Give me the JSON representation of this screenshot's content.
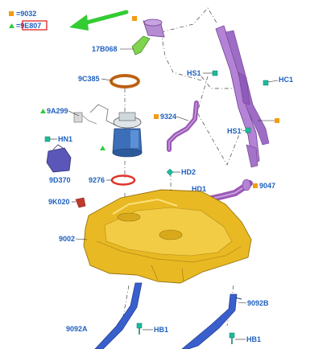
{
  "legend": {
    "square_symbol_text": "=9032",
    "triangle_symbol_text": "=9E807"
  },
  "colors": {
    "label_blue": "#1f5fbf",
    "marker_orange": "#f39c12",
    "marker_green": "#2ecc40",
    "connector_teal": "#1abc9c",
    "tank_yellow": "#e8b923",
    "hose_purple": "#9b59b6",
    "strap_blue": "#3a5fcd",
    "arrow_green": "#33cc33"
  },
  "labels": {
    "part_17b068": "17B068",
    "part_9c385": "9C385",
    "part_9a299": "9A299",
    "part_hn1": "HN1",
    "part_9d370": "9D370",
    "part_9276": "9276",
    "part_9k020": "9K020",
    "part_9002": "9002",
    "part_9324": "9324",
    "part_hd2": "HD2",
    "part_hd1": "HD1",
    "part_9047": "9047",
    "part_hs1_top": "HS1",
    "part_hc1": "HC1",
    "part_hs1_mid": "HS1",
    "part_9092a": "9092A",
    "part_9092b": "9092B",
    "part_hb1_left": "HB1",
    "part_hb1_right": "HB1"
  }
}
